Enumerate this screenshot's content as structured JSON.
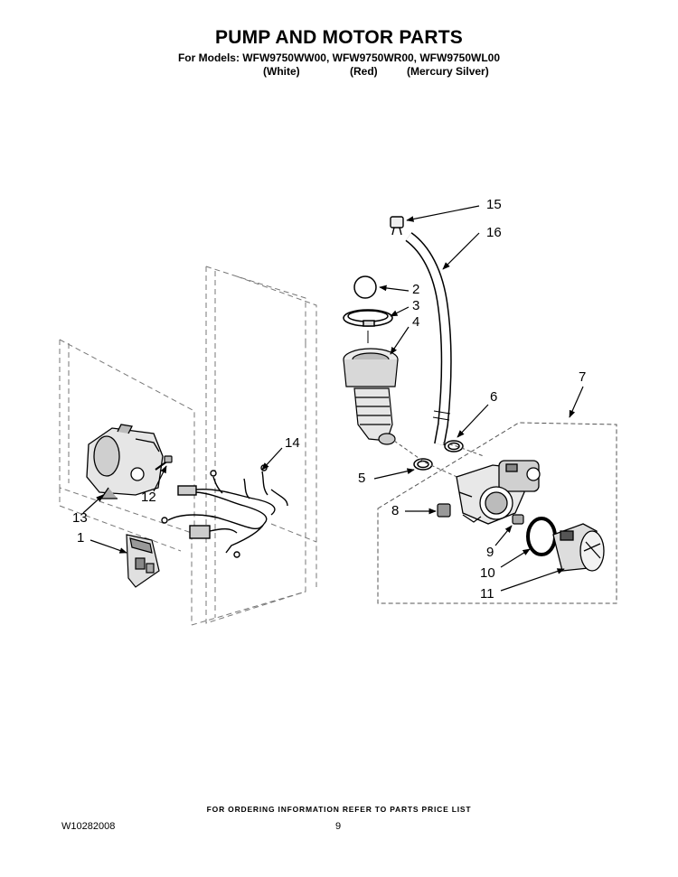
{
  "header": {
    "title": "PUMP AND MOTOR PARTS",
    "models_line": "For Models: WFW9750WW00, WFW9750WR00, WFW9750WL00",
    "colors": [
      "(White)",
      "(Red)",
      "(Mercury Silver)"
    ]
  },
  "callouts": [
    "15",
    "16",
    "2",
    "3",
    "4",
    "7",
    "6",
    "14",
    "5",
    "12",
    "13",
    "8",
    "1",
    "9",
    "10",
    "11"
  ],
  "footer": {
    "note": "FOR ORDERING INFORMATION REFER TO PARTS PRICE LIST",
    "doc_number": "W10282008",
    "page_number": "9"
  }
}
